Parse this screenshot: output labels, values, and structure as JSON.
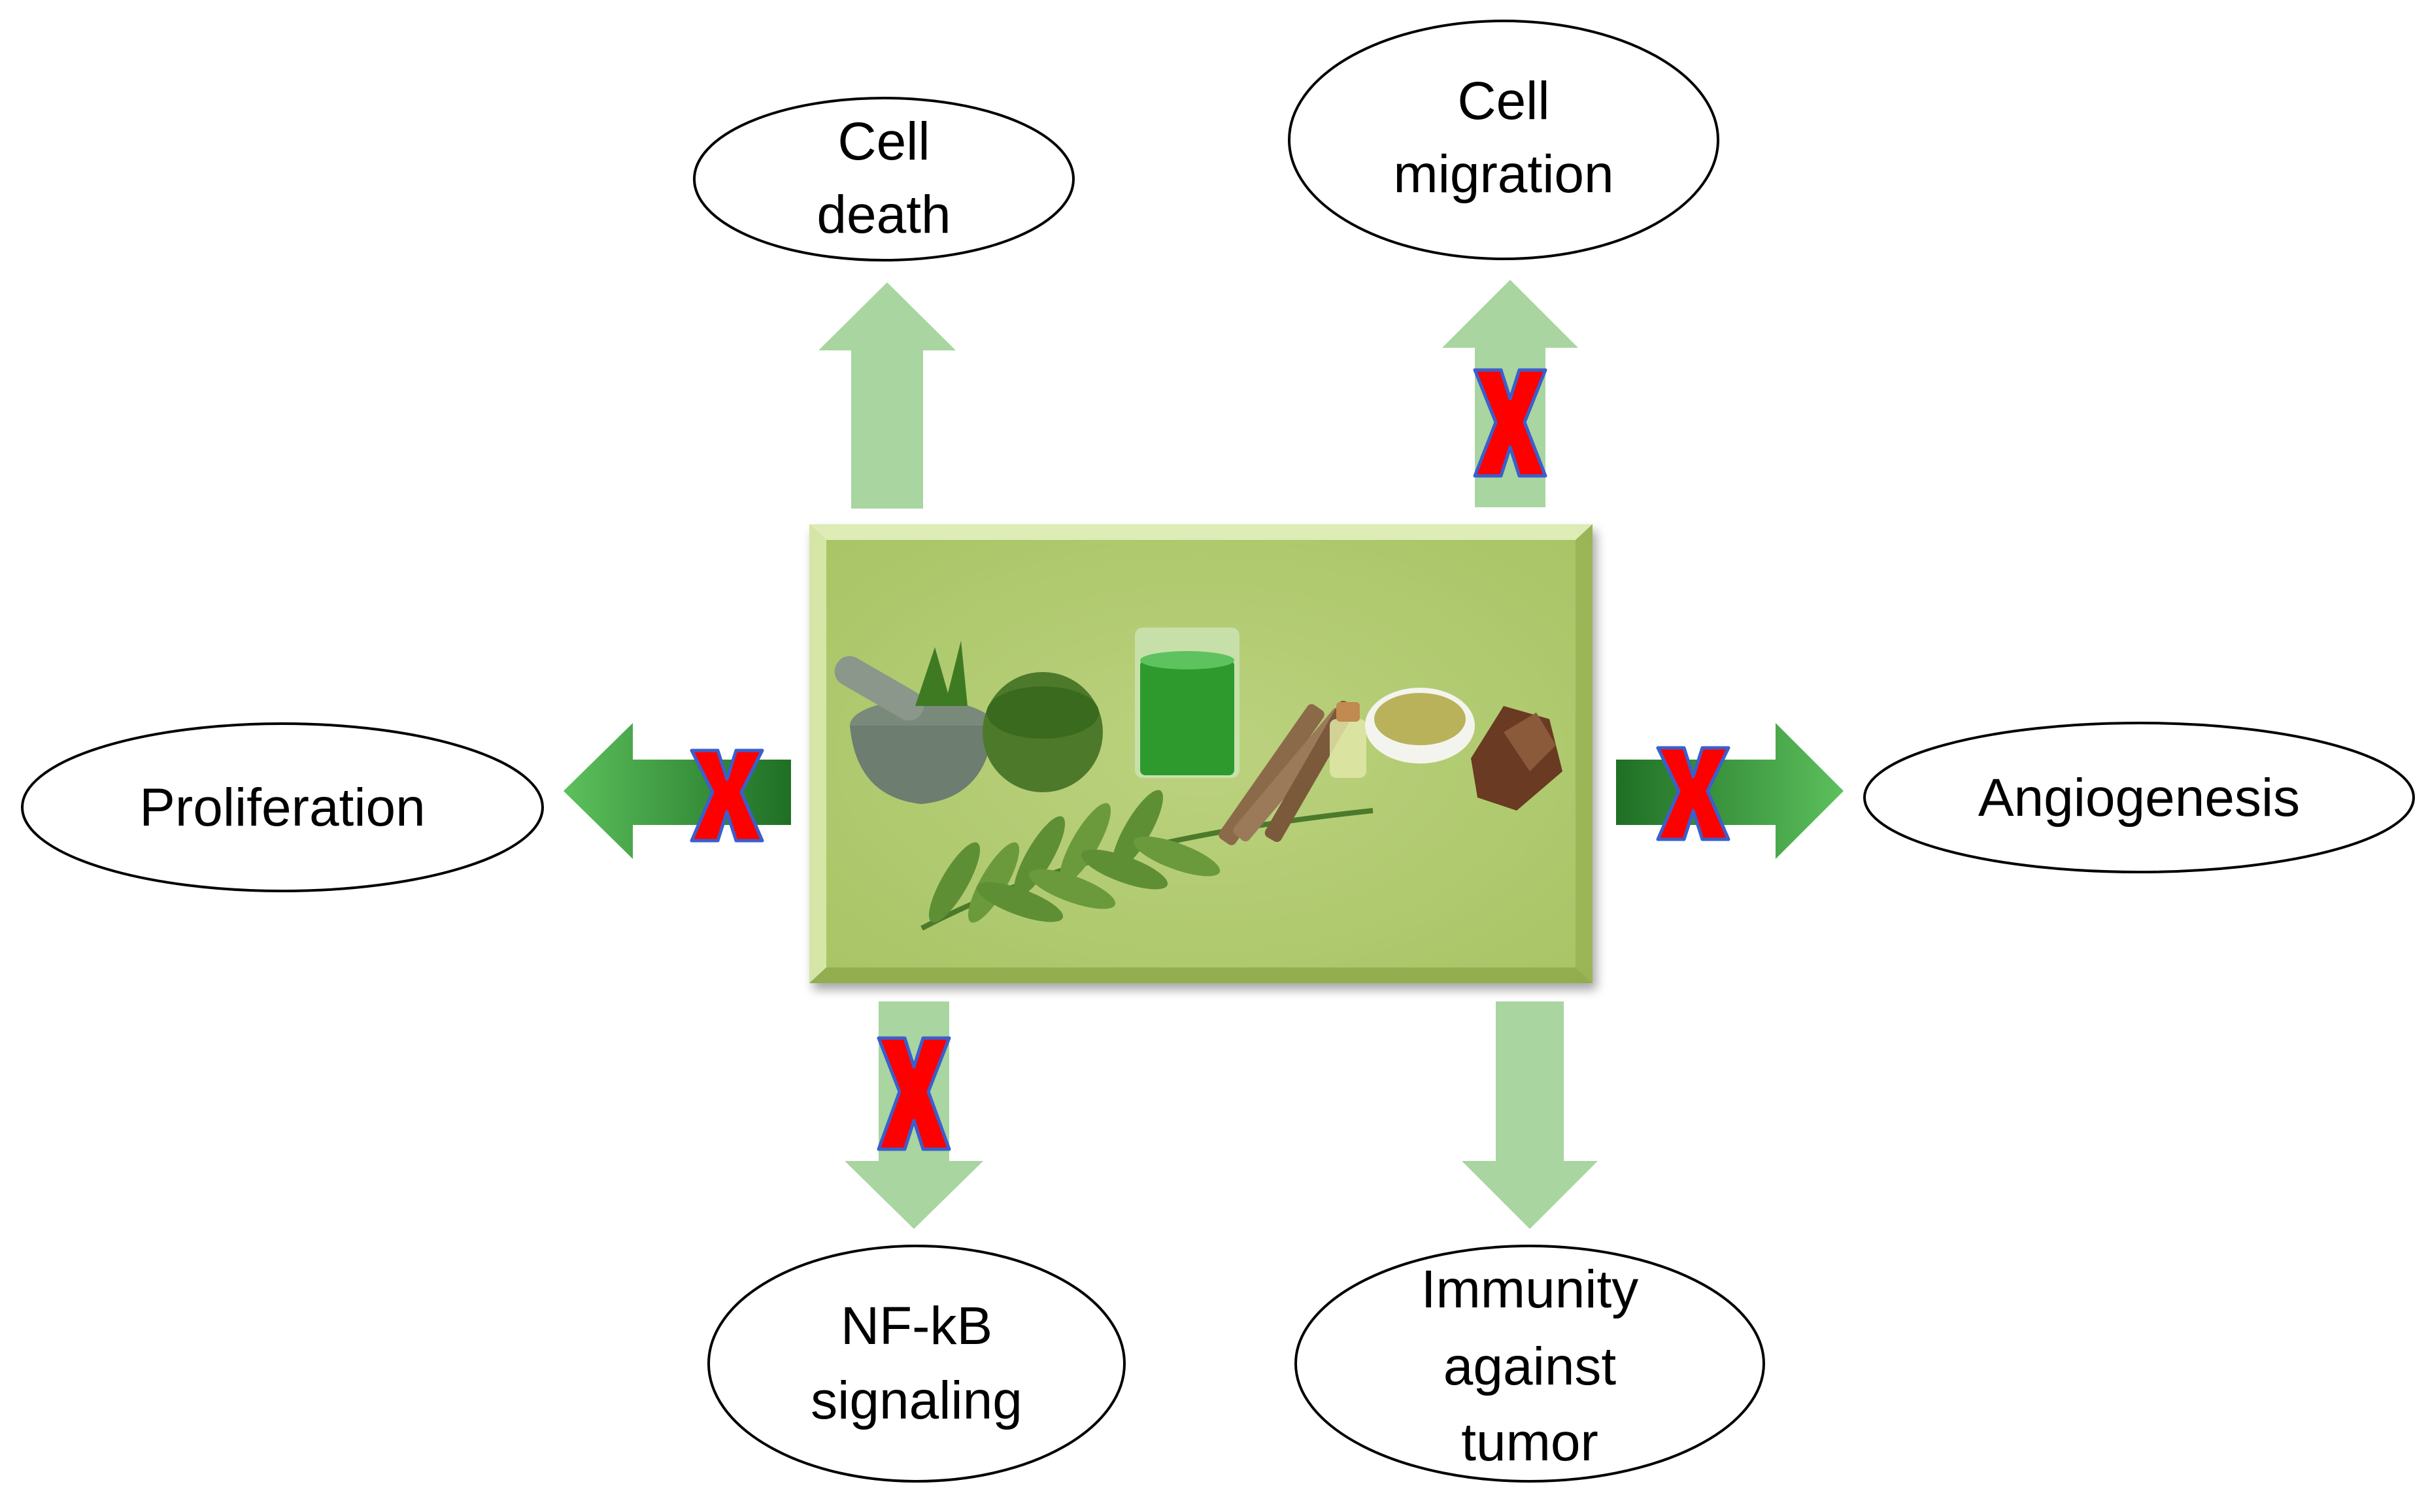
{
  "nodes": {
    "cell_death": {
      "lines": [
        "Cell",
        "death"
      ]
    },
    "cell_migration": {
      "lines": [
        "Cell",
        "migration"
      ]
    },
    "proliferation": {
      "lines": [
        "Proliferation"
      ]
    },
    "angiogenesis": {
      "lines": [
        "Angiogenesis"
      ]
    },
    "nfkb": {
      "lines": [
        "NF-kB",
        "signaling"
      ]
    },
    "immunity": {
      "lines": [
        "Immunity",
        "against",
        "tumor"
      ]
    }
  },
  "center_image": {
    "depicts": "neem leaves, mortar and pestle, neem paste, green juice, bark, oil, powder on a green background"
  },
  "colors": {
    "light_arrow": "#a8d5a0",
    "gradient_dark": "#1f7a2a",
    "gradient_light": "#5cc05c",
    "block_mark": "#ff0000",
    "block_mark_outline": "#3a5fcd",
    "panel_bg": "#c9dc8c"
  },
  "effects": {
    "cell_death": "promoted",
    "cell_migration": "inhibited",
    "proliferation": "inhibited",
    "angiogenesis": "inhibited",
    "nfkb": "inhibited",
    "immunity": "promoted"
  }
}
